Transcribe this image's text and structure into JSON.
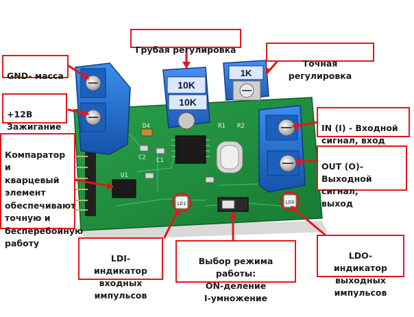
{
  "colors": {
    "annotation_red": "#e3161b",
    "pcb_green": "#1f8a3a",
    "terminal_blue": "#1e6fd0",
    "pot_blue": "#2a72d6"
  },
  "board_markings": {
    "pot_coarse": "10K",
    "pot_coarse_2": "10K",
    "pot_fine": "1K",
    "led_in": "LD1",
    "led_out": "LD0",
    "r1": "R1",
    "r2": "R2",
    "c1": "C1",
    "c2": "C2",
    "d4": "D4",
    "u1": "U1"
  },
  "callouts": {
    "gnd": "GND- масса",
    "plus12v": "+12В\nЗажигание",
    "comparator": "Компаратор и\nкварцевый\nэлемент\nобеспечивают\nточную и\nбесперебойную\nработу",
    "coarse": "Грубая регулировка",
    "fine": "Точная регулировка",
    "in_signal": "IN (I) - Входной\nсигнал, вход",
    "out_signal": "OUT (O)-\nВыходной сигнал,\nвыход",
    "ldi": "LDI- индикатор\nвходных\nимпульсов",
    "mode": "Выбор режима работы:\nON-деление\nI-умножение",
    "ldo": "LDO- индикатор\nвыходных\nимпульсов"
  }
}
